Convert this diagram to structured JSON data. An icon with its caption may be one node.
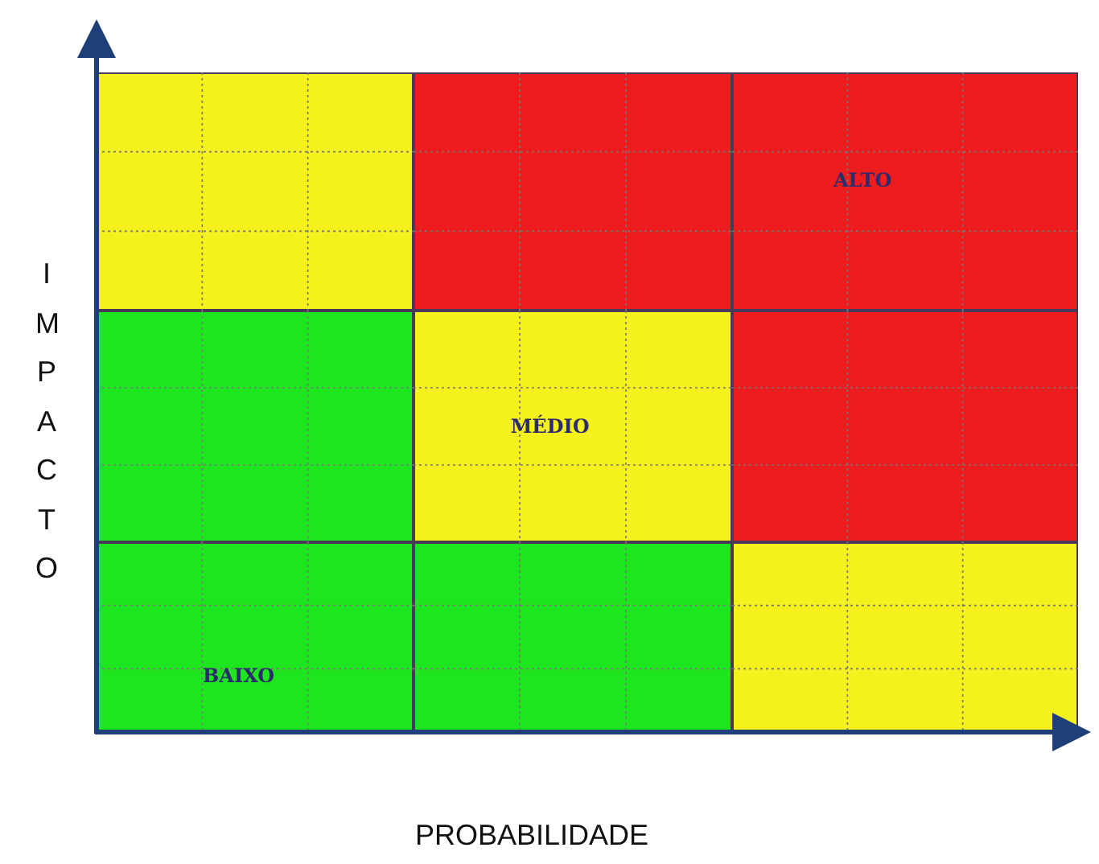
{
  "diagram": {
    "nodes": [
      {
        "text": [],
        "shape": "box"
      },
      {
        "text": [],
        "shape": "box"
      },
      {
        "text": [
          "ALTO"
        ]
      },
      {
        "text": [],
        "shape": "box"
      },
      {
        "text": [
          "MÉDIO"
        ]
      },
      {
        "text": [],
        "shape": "box"
      },
      {
        "text": [
          "BAIXO"
        ]
      },
      {
        "text": [],
        "shape": "box"
      },
      {
        "text": [],
        "shape": "box"
      }
    ],
    "edges": [],
    "labels": [
      "IMPACTO",
      "PROBABILIDADE"
    ]
  }
}
